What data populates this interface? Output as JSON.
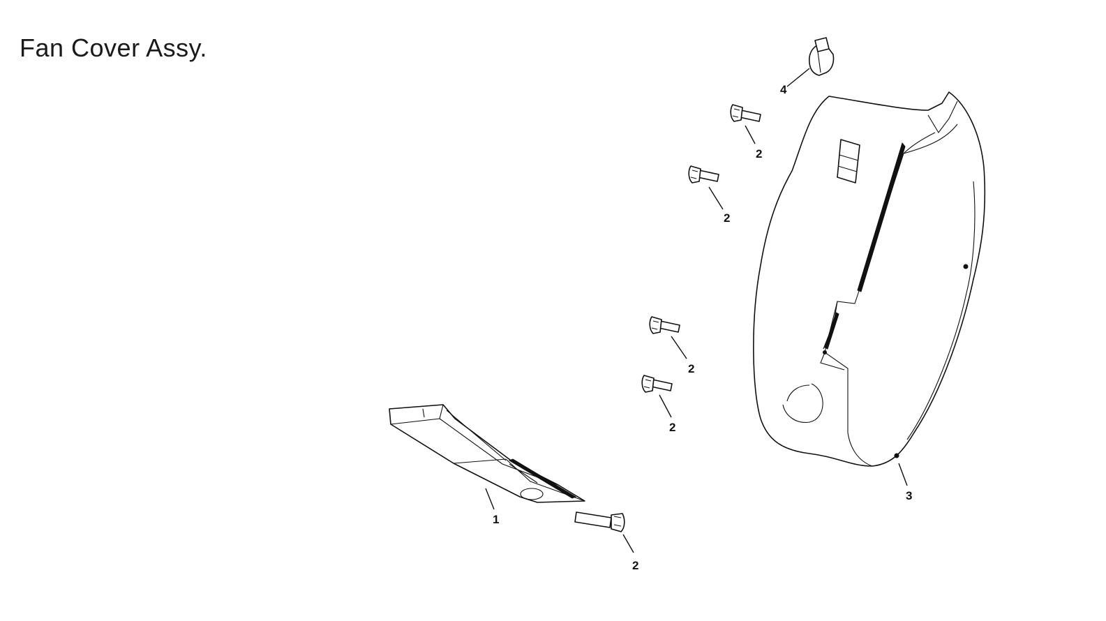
{
  "title": "Fan Cover Assy.",
  "callouts": {
    "part_1": "1",
    "part_2": "2",
    "part_3": "3",
    "part_4": "4"
  }
}
